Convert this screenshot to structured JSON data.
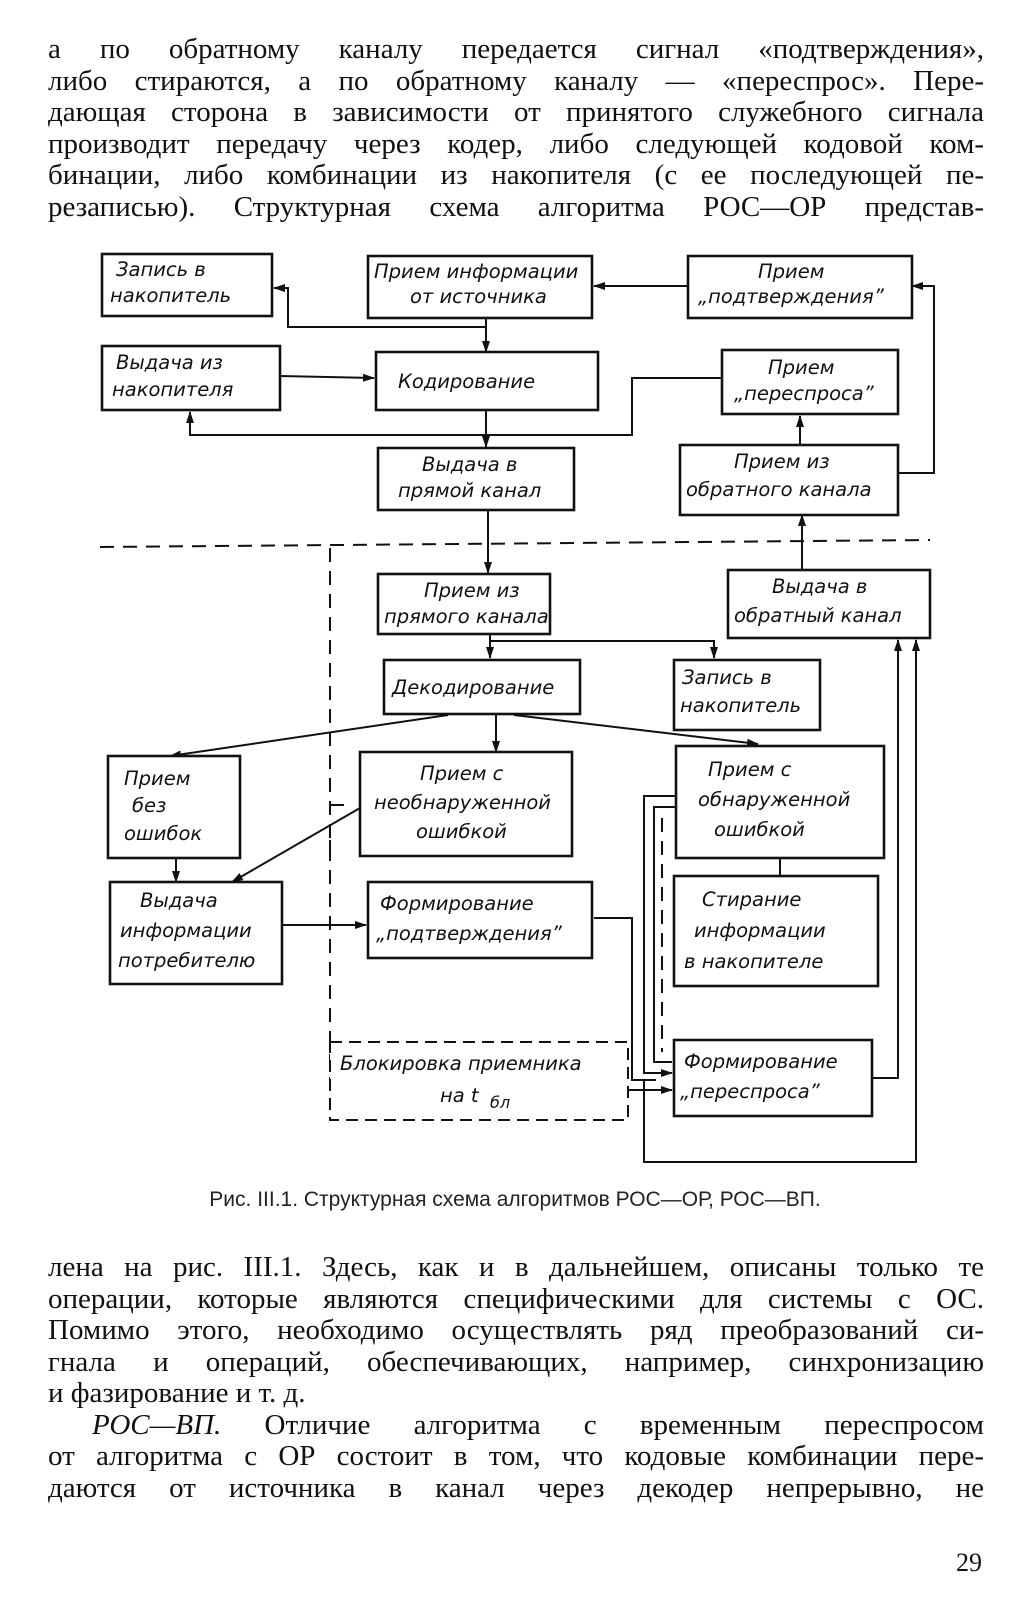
{
  "top_lines": [
    "а по обратному каналу передается сигнал «подтверждения»,",
    "либо стираются, а по обратному каналу — «переспрос». Пере-",
    "дающая сторона в зависимости от принятого служебного сигнала",
    "производит передачу через кодер, либо следующей кодовой ком-",
    "бинации, либо комбинации из накопителя (с ее последующей пе-",
    "резаписью). Структурная схема алгоритма РОС—ОР представ-"
  ],
  "diagram": {
    "zapis_top": [
      "Запись в",
      "накопитель"
    ],
    "priem_info": [
      "Прием информации",
      "от источника"
    ],
    "priem_podtv": [
      "Прием",
      "„подтверждения”"
    ],
    "vydacha_nakop": [
      "Выдача из",
      "накопителя"
    ],
    "kodirovanie": [
      "Кодирование"
    ],
    "priem_peresp": [
      "Прием",
      "„переспроса”"
    ],
    "vydacha_pryamoi": [
      "Выдача в",
      "прямой канал"
    ],
    "priem_obratnogo": [
      "Прием из",
      "обратного канала"
    ],
    "priem_pryamogo": [
      "Прием из",
      "прямого канала"
    ],
    "vydacha_obratny": [
      "Выдача в",
      "обратный канал"
    ],
    "dekodirovanie": [
      "Декодирование"
    ],
    "zapis_mid": [
      "Запись в",
      "накопитель"
    ],
    "bez_oshibok": [
      "Прием",
      "без",
      "ошибок"
    ],
    "neobnar": [
      "Прием с",
      "необнаруженной",
      "ошибкой"
    ],
    "obnar": [
      "Прием с",
      "обнаруженной",
      "ошибкой"
    ],
    "vydacha_potreb": [
      "Выдача",
      "информации",
      "потребителю"
    ],
    "form_podtv": [
      "Формирование",
      "„подтверждения”"
    ],
    "stiranie": [
      "Стирание",
      "информации",
      "в накопителе"
    ],
    "blokirovka": [
      "Блокировка приемника",
      "на t",
      "бл"
    ],
    "form_peresp": [
      "Формирование",
      "„переспроса”"
    ]
  },
  "caption": "Рис. III.1. Структурная схема алгоритмов РОС—ОР, РОС—ВП.",
  "bottom": {
    "lines": [
      "лена на рис. III.1. Здесь, как и в дальнейшем, описаны только те",
      "операции, которые являются специфическими для системы с ОС.",
      "Помимо этого, необходимо осуществлять ряд преобразований си-",
      "гнала и операций, обеспечивающих, например, синхронизацию",
      "и фазирование и т. д."
    ],
    "pv_head": "РОС—ВП.",
    "pv_line1": " Отличие алгоритма с временным переспросом",
    "pv_lines": [
      "от алгоритма с ОР состоит в том, что кодовые комбинации пере-",
      "даются от источника в канал через декодер непрерывно, не"
    ]
  },
  "page_number": "29"
}
